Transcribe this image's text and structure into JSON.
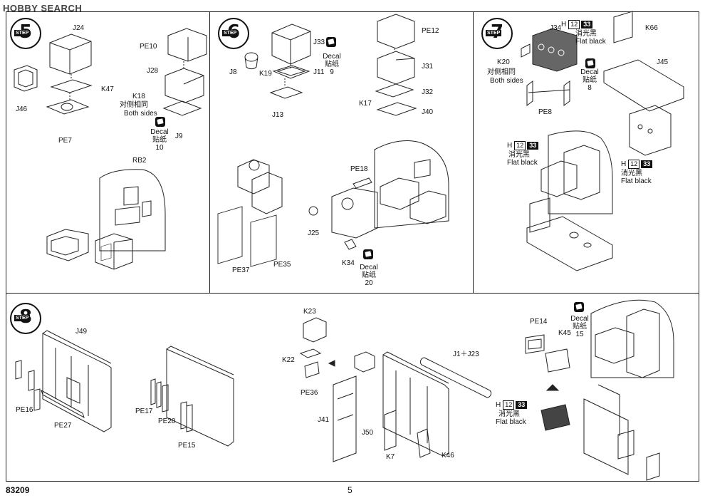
{
  "header": {
    "watermark": "HOBBY SEARCH"
  },
  "footer": {
    "code": "83209",
    "page_number": "5"
  },
  "steps": {
    "s5": {
      "word": "STEP",
      "num": "5"
    },
    "s6": {
      "word": "STEP",
      "num": "6"
    },
    "s7": {
      "word": "STEP",
      "num": "7"
    },
    "s8": {
      "word": "STEP",
      "num": "8"
    }
  },
  "labels": {
    "J24": "J24",
    "PE10": "PE10",
    "J28": "J28",
    "K47": "K47",
    "J46": "J46",
    "K18": "K18",
    "both_cn_5": "对侧相同",
    "both_en_5": "Both sides",
    "PE7": "PE7",
    "J9": "J9",
    "decal_5": "Decal",
    "decal_cn_5": "贴纸",
    "decal_no_5": "10",
    "RB2": "RB2",
    "J33": "J33",
    "J8": "J8",
    "K19": "K19",
    "J11": "J11",
    "J13": "J13",
    "decal_6a": "Decal",
    "decal_cn_6a": "贴纸",
    "decal_no_6a": "9",
    "PE12": "PE12",
    "J31": "J31",
    "K17": "K17",
    "J32": "J32",
    "J40": "J40",
    "PE18": "PE18",
    "J25": "J25",
    "K34": "K34",
    "PE37": "PE37",
    "PE35": "PE35",
    "decal_6b": "Decal",
    "decal_cn_6b": "贴纸",
    "decal_no_6b": "20",
    "J34": "J34",
    "K20": "K20",
    "both_cn_7": "对侧相同",
    "both_en_7": "Both sides",
    "PE8": "PE8",
    "K66": "K66",
    "J45": "J45",
    "decal_7": "Decal",
    "decal_cn_7": "贴纸",
    "decal_no_7": "8",
    "J49": "J49",
    "PE16": "PE16",
    "PE27": "PE27",
    "PE17": "PE17",
    "PE20": "PE20",
    "PE15": "PE15",
    "K23": "K23",
    "K22": "K22",
    "PE36": "PE36",
    "J41": "J41",
    "J50": "J50",
    "K7": "K7",
    "K46": "K46",
    "J1_J23": "J1＋J23",
    "PE14": "PE14",
    "K45": "K45",
    "decal_8": "Decal",
    "decal_cn_8": "贴纸",
    "decal_no_8": "15"
  },
  "paints": [
    {
      "letter": "H",
      "code": "12",
      "dark": "33",
      "cn": "消光黑",
      "en": "Flat black"
    },
    {
      "letter": "H",
      "code": "12",
      "dark": "33",
      "cn": "消光黑",
      "en": "Flat black"
    },
    {
      "letter": "H",
      "code": "12",
      "dark": "33",
      "cn": "消光黑",
      "en": "Flat black"
    },
    {
      "letter": "H",
      "code": "12",
      "dark": "33",
      "cn": "消光黑",
      "en": "Flat black"
    }
  ]
}
